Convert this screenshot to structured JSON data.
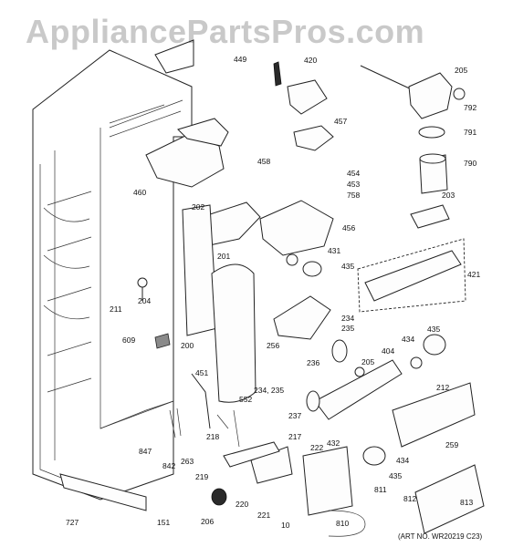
{
  "watermark": "AppliancePartsPros.com",
  "art_number": "(ART NO. WR20219 C23)",
  "callouts": [
    "449",
    "420",
    "205",
    "792",
    "457",
    "791",
    "790",
    "454",
    "453",
    "758",
    "460",
    "458",
    "203",
    "202",
    "456",
    "201",
    "431",
    "435",
    "421",
    "204",
    "211",
    "234",
    "235",
    "236",
    "256",
    "609",
    "200",
    "404",
    "434",
    "435",
    "205",
    "212",
    "451",
    "234, 235",
    "552",
    "237",
    "217",
    "218",
    "432",
    "259",
    "847",
    "842",
    "263",
    "219",
    "222",
    "434",
    "435",
    "811",
    "220",
    "221",
    "812",
    "813",
    "727",
    "151",
    "206",
    "10",
    "810"
  ]
}
